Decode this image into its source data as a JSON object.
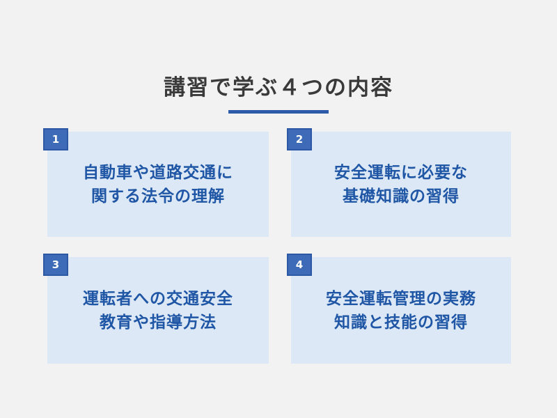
{
  "title": "講習で学ぶ４つの内容",
  "colors": {
    "background": "#f2f2f3",
    "card_background": "#dce8f5",
    "card_text": "#1f56a5",
    "badge_fill": "#3d6bb7",
    "badge_border": "#2d58a4",
    "badge_text": "#ffffff",
    "title_text": "#3a3a3a",
    "title_underline": "#2e5ba8"
  },
  "cards": [
    {
      "number": "1",
      "line1": "自動車や道路交通に",
      "line2": "関する法令の理解"
    },
    {
      "number": "2",
      "line1": "安全運転に必要な",
      "line2": "基礎知識の習得"
    },
    {
      "number": "3",
      "line1": "運転者への交通安全",
      "line2": "教育や指導方法"
    },
    {
      "number": "4",
      "line1": "安全運転管理の実務",
      "line2": "知識と技能の習得"
    }
  ]
}
